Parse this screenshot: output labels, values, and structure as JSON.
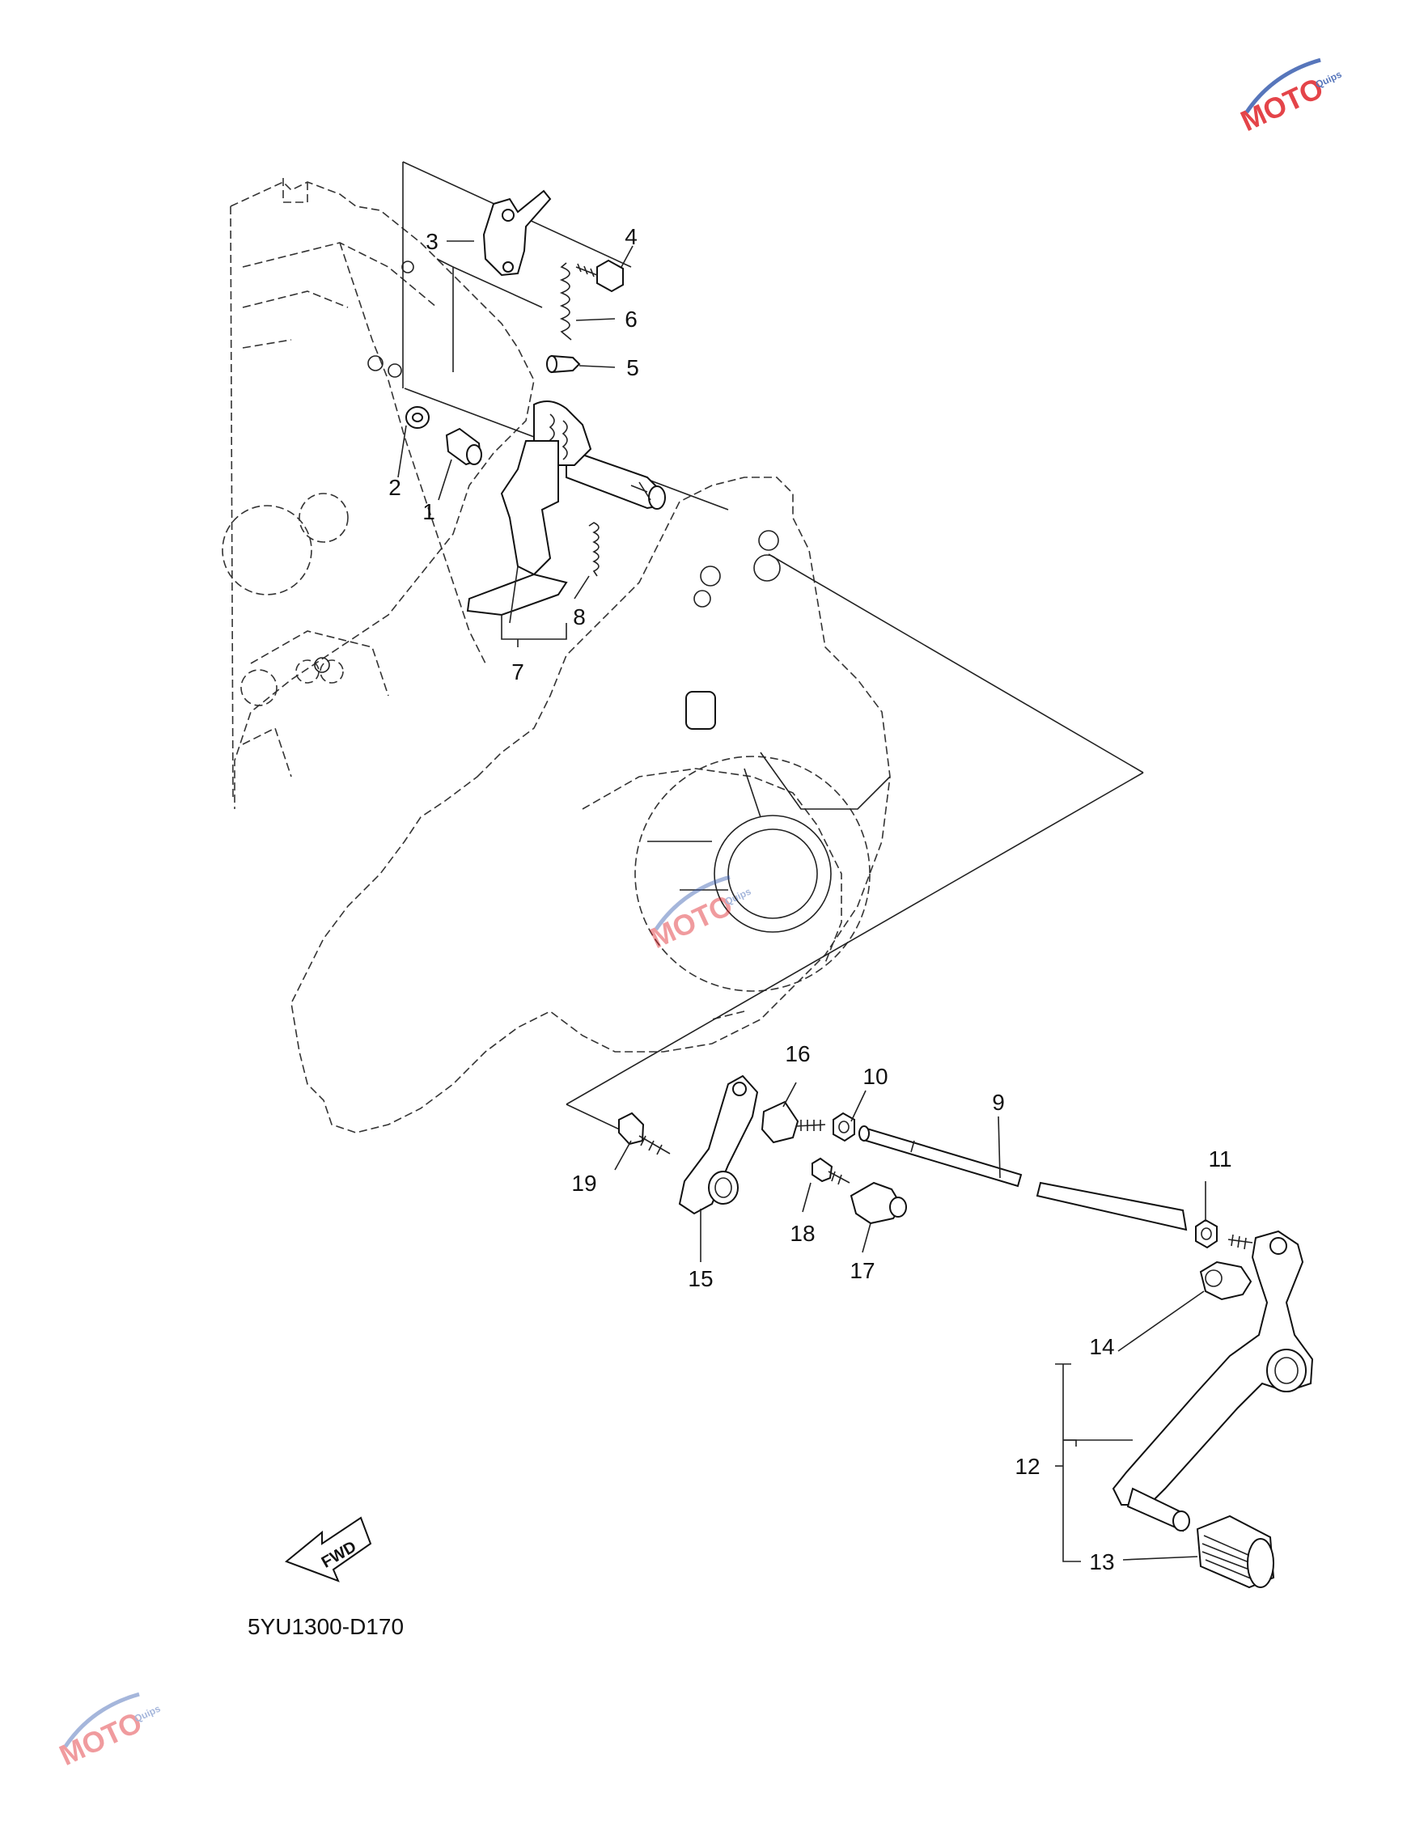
{
  "diagram_code": "5YU1300-D170",
  "fwd_label": "FWD",
  "watermark": {
    "text": "MOTO",
    "subtext": "Quips",
    "colors": {
      "primary": "#e0242a",
      "secondary": "#3a5fb0"
    }
  },
  "callouts": [
    {
      "id": "1",
      "label": "1"
    },
    {
      "id": "2",
      "label": "2"
    },
    {
      "id": "3",
      "label": "3"
    },
    {
      "id": "4",
      "label": "4"
    },
    {
      "id": "5",
      "label": "5"
    },
    {
      "id": "6",
      "label": "6"
    },
    {
      "id": "7",
      "label": "7"
    },
    {
      "id": "8",
      "label": "8"
    },
    {
      "id": "9",
      "label": "9"
    },
    {
      "id": "10",
      "label": "10"
    },
    {
      "id": "11",
      "label": "11"
    },
    {
      "id": "12",
      "label": "12"
    },
    {
      "id": "13",
      "label": "13"
    },
    {
      "id": "14",
      "label": "14"
    },
    {
      "id": "15",
      "label": "15"
    },
    {
      "id": "16",
      "label": "16"
    },
    {
      "id": "17",
      "label": "17"
    },
    {
      "id": "18",
      "label": "18"
    },
    {
      "id": "19",
      "label": "19"
    }
  ]
}
